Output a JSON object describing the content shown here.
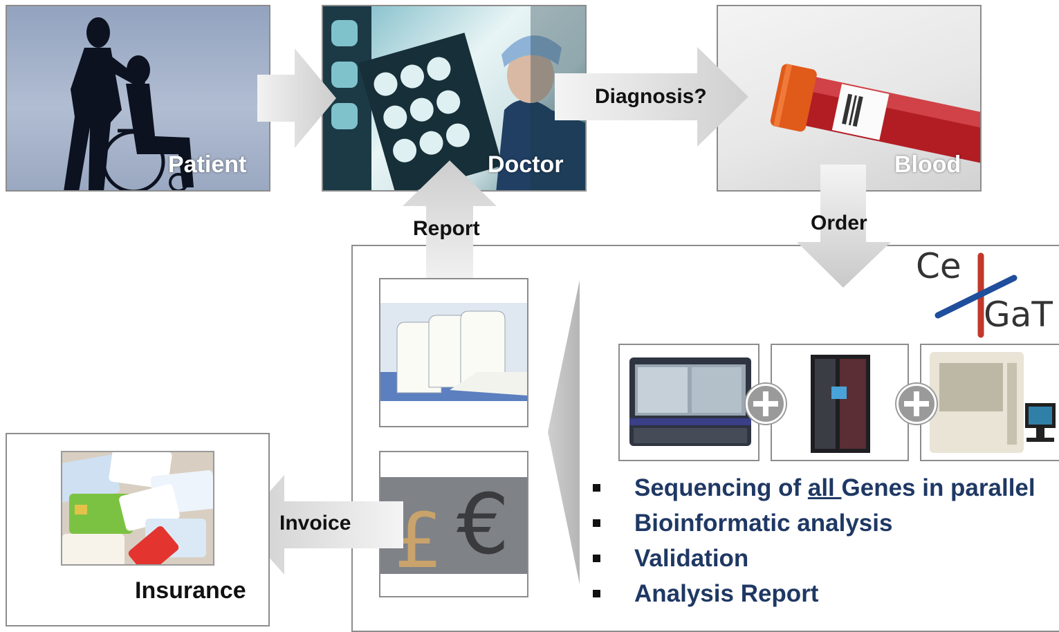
{
  "nodes": {
    "patient": "Patient",
    "doctor": "Doctor",
    "blood": "Blood",
    "insurance": "Insurance"
  },
  "arrows": {
    "diagnosis": "Diagnosis?",
    "order": "Order",
    "report": "Report",
    "invoice": "Invoice"
  },
  "logo": {
    "line1": "Ce",
    "line2": "GaT"
  },
  "bullets": {
    "b1_pre": "Sequencing of ",
    "b1_underlined": "all ",
    "b1_post": "Genes in parallel",
    "b2": "Bioinformatic analysis",
    "b3": "Validation",
    "b4": "Analysis Report"
  },
  "colors": {
    "bullet_text": "#1f3864",
    "logo_red": "#c0392b",
    "logo_blue": "#1f4e9c",
    "arrow_gray": "#d9d9d9",
    "frame_gray": "#8c8c8c"
  }
}
